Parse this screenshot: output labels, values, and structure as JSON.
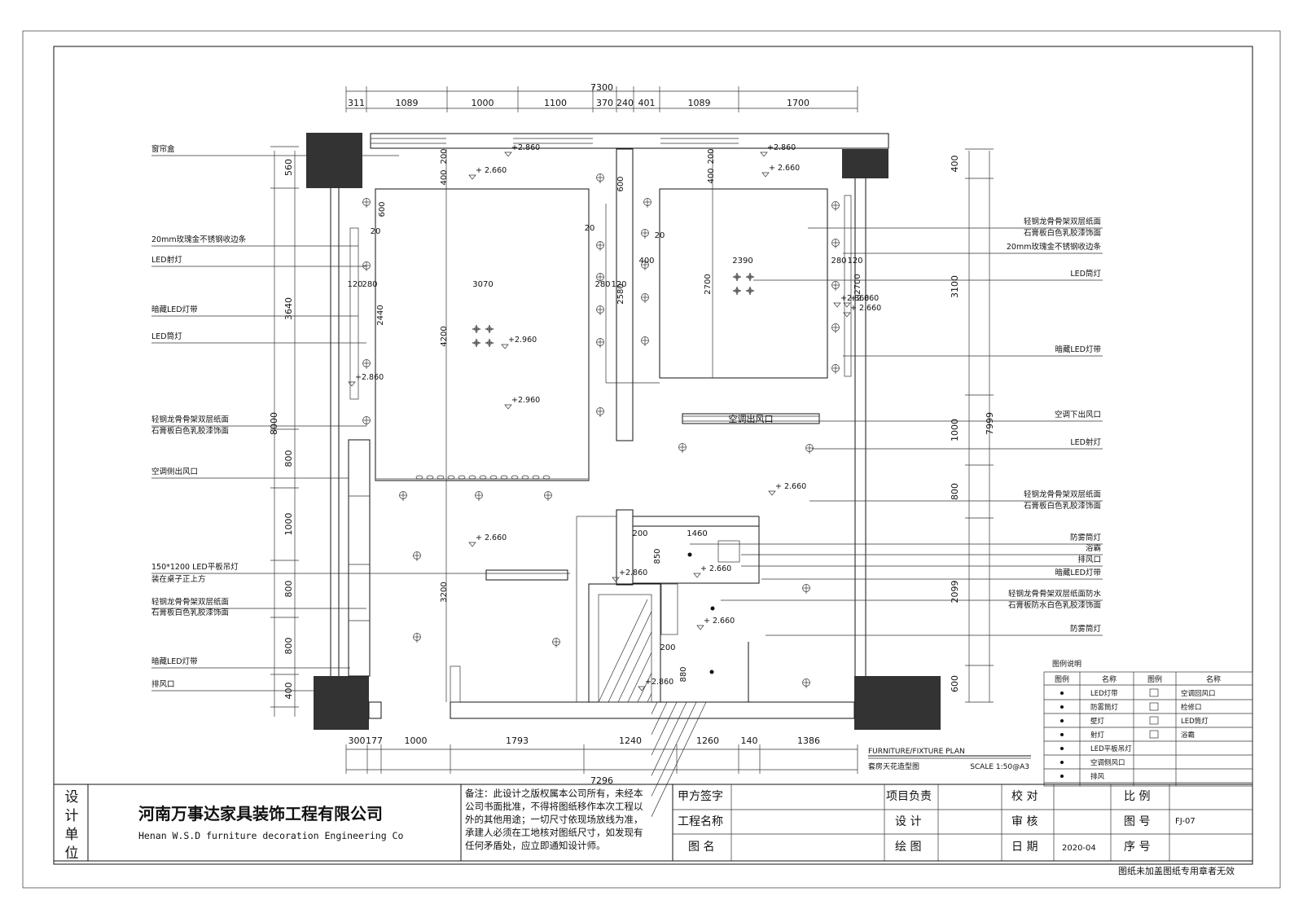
{
  "top_dims": {
    "total": "7300",
    "segments": [
      "311",
      "1089",
      "1000",
      "1100",
      "370",
      "240",
      "401",
      "1089",
      "1700"
    ]
  },
  "bottom_dims": {
    "total": "7296",
    "segments": [
      "300",
      "177",
      "1000",
      "1793",
      "1240",
      "1260",
      "140",
      "1386"
    ]
  },
  "left_dims": {
    "total": "8000",
    "segments": [
      "560",
      "3640",
      "800",
      "1000",
      "800",
      "800",
      "400"
    ]
  },
  "right_dims": {
    "total": "7999",
    "segments": [
      "400",
      "3100",
      "1000",
      "800",
      "2099",
      "600"
    ]
  },
  "left_labels": [
    "窗帘盒",
    "20mm玫瑰金不锈钢收边条",
    "LED射灯",
    "暗藏LED灯带",
    "LED筒灯",
    "轻钢龙骨骨架双层纸面",
    "石膏板白色乳胶漆饰面",
    "空调侧出风口",
    "150*1200 LED平板吊灯",
    "装在桌子正上方",
    "轻钢龙骨骨架双层纸面",
    "石膏板白色乳胶漆饰面",
    "暗藏LED灯带",
    "排风口"
  ],
  "right_labels": [
    "轻钢龙骨骨架双层纸面",
    "石膏板白色乳胶漆饰面",
    "20mm玫瑰金不锈钢收边条",
    "LED筒灯",
    "暗藏LED灯带",
    "空调下出风口",
    "LED射灯",
    "轻钢龙骨骨架双层纸面",
    "石膏板白色乳胶漆饰面",
    "防雾筒灯",
    "浴霸",
    "排风口",
    "暗藏LED灯带",
    "轻钢龙骨骨架双层纸面防水",
    "石膏板防水白色乳胶漆饰面",
    "防雾筒灯"
  ],
  "inner": {
    "dims": [
      "200",
      "400",
      "600",
      "20",
      "20",
      "120",
      "280",
      "3070",
      "280",
      "120",
      "2440",
      "4200",
      "3200",
      "600",
      "2580",
      "20",
      "200",
      "400",
      "400",
      "2390",
      "280",
      "120",
      "2700",
      "2700",
      "1460",
      "200",
      "850",
      "200",
      "880"
    ],
    "elevations": [
      "+2.860",
      "+ 2.660",
      "+2.960",
      "+2.860",
      "+ 2.660",
      "+2.960",
      "+2.860",
      "+ 2.660",
      "+ 2.660",
      "+2.860",
      "+ 2.660",
      "+ 2.660",
      "+2.860",
      "+ 2.660",
      "+2.860",
      "+2.860"
    ],
    "ac_outlet": "空调出风口"
  },
  "plan": {
    "title_en": "FURNITURE/FIXTURE PLAN",
    "title_cn": "套房天花造型图",
    "scale": "SCALE  1:50@A3"
  },
  "legend": {
    "title": "图例说明",
    "headers": [
      "图例",
      "名称",
      "图例",
      "名称"
    ],
    "rows": [
      [
        "LED灯带",
        "空调回风口"
      ],
      [
        "防雾筒灯",
        "检修口"
      ],
      [
        "壁灯",
        "LED筒灯"
      ],
      [
        "射灯",
        "浴霸"
      ],
      [
        "LED平板吊灯",
        ""
      ],
      [
        "空调侧风口",
        ""
      ],
      [
        "排风",
        ""
      ]
    ]
  },
  "title_block": {
    "unit_label": [
      "设",
      "计",
      "单",
      "位"
    ],
    "company_cn": "河南万事达家具装饰工程有限公司",
    "company_en": "Henan W.S.D furniture decoration Engineering Co",
    "notes": [
      "备注：此设计之版权属本公司所有，未经本",
      "公司书面批准，不得将图纸移作本次工程以",
      "外的其他用途；一切尺寸依现场放线为准，",
      "承建人必须在工地核对图纸尺寸，如发现有",
      "任何矛盾处，应立即通知设计师。"
    ],
    "fields": {
      "client_sign": "甲方签字",
      "project_name": "工程名称",
      "drawing_name": "图 名",
      "project_lead": "项目负责",
      "design": "设 计",
      "drafting": "绘 图",
      "proofread": "校 对",
      "review": "审 核",
      "date": "日 期",
      "date_value": "2020-04",
      "scale": "比 例",
      "drawing_no": "图 号",
      "drawing_no_value": "FJ-07",
      "seq": "序 号"
    },
    "footer": "图纸未加盖图纸专用章者无效"
  }
}
